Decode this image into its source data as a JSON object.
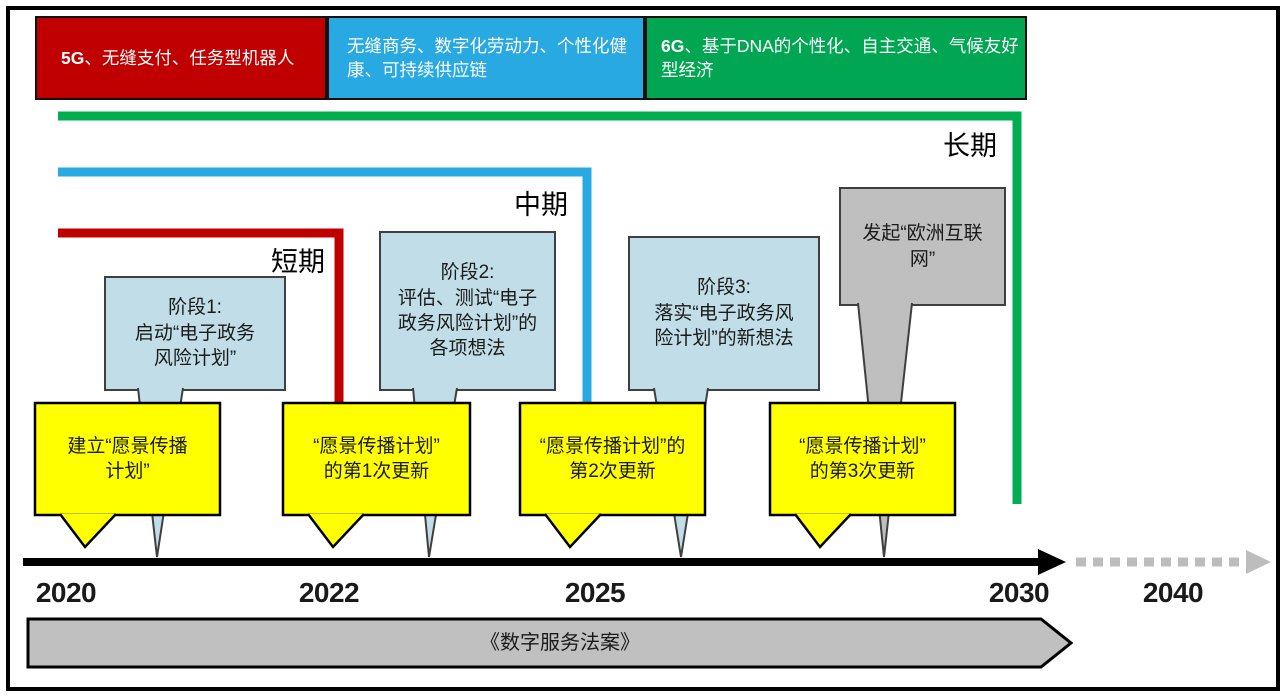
{
  "header": {
    "short_term_box": {
      "prefix": "5G",
      "text": "、无缝支付、任务型机器人",
      "color": "#C00000"
    },
    "mid_term_box": {
      "text": "无缝商务、数字化劳动力、个性化健\n康、可持续供应链",
      "color": "#29A9E2"
    },
    "long_term_box": {
      "prefix": "6G",
      "text": "、基于DNA的个性化、自主交通、气候友好\n型经济",
      "color": "#00A651"
    }
  },
  "brackets": {
    "short": {
      "label": "短期",
      "color": "#C00000"
    },
    "mid": {
      "label": "中期",
      "color": "#29A9E2"
    },
    "long": {
      "label": "长期",
      "color": "#00AD4F"
    }
  },
  "phases": [
    {
      "text": "阶段1:\n启动“电子政务\n风险计划”"
    },
    {
      "text": "阶段2:\n评估、测试“电子\n政务风险计划”的\n各项想法"
    },
    {
      "text": "阶段3:\n落实“电子政务风\n险计划”的新想法"
    },
    {
      "text": "发起“欧洲互联\n网”"
    }
  ],
  "milestones": [
    {
      "text": "建立“愿景传播\n计划”"
    },
    {
      "text": "“愿景传播计划”\n的第1次更新"
    },
    {
      "text": "“愿景传播计划”的\n第2次更新"
    },
    {
      "text": "“愿景传播计划”\n的第3次更新"
    }
  ],
  "timeline": {
    "years": [
      "2020",
      "2022",
      "2025",
      "2030",
      "2040"
    ]
  },
  "banner": {
    "text": "《数字服务法案》"
  }
}
